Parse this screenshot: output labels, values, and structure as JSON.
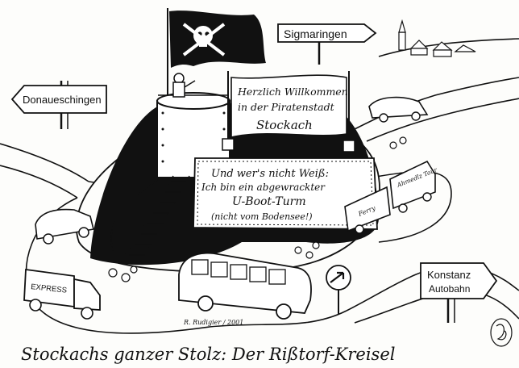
{
  "caption": "Stockachs ganzer Stolz: Der Rißtorf-Kreisel",
  "signature": "R. Rudigier / 2001",
  "signs": {
    "sigmaringen": "Sigmaringen",
    "donaueschingen": "Donaueschingen",
    "konstanz_line1": "Konstanz",
    "konstanz_line2": "Autobahn"
  },
  "banner": {
    "line1": "Herzlich Willkommen",
    "line2": "in der Piratenstadt",
    "line3": "Stockach"
  },
  "board": {
    "line1": "Und wer's nicht Weiß:",
    "line2": "Ich bin ein abgewrackter",
    "line3": "U-Boot-Turm",
    "line4": "(nicht vom Bodensee!)"
  },
  "vehicles": {
    "express_truck": "EXPRESS",
    "trailer_text": "Ferry",
    "trailer_text_2": "Ahmedlz Tour"
  },
  "colors": {
    "ink": "#111111",
    "paper": "#fdfdfb"
  },
  "icons": [
    "skull-flag-icon",
    "roundabout-arrow-icon"
  ]
}
